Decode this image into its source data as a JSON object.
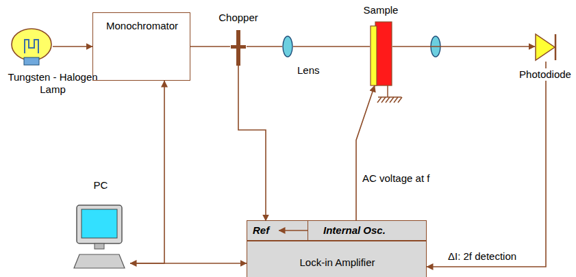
{
  "diagram": {
    "nodes": [
      {
        "text": [
          "Tungsten - Halogen Lamp"
        ]
      },
      {
        "text": [
          "Monochromator"
        ]
      },
      {
        "text": [
          "Chopper"
        ]
      },
      {
        "text": [
          "Lens"
        ]
      },
      {
        "text": [
          "Sample"
        ]
      },
      {
        "text": [
          "Photodiode"
        ]
      },
      {
        "text": [
          "PC"
        ]
      },
      {
        "text": [
          "Lock-in Amplifier"
        ]
      },
      {
        "text": [
          "Ref"
        ],
        "in": 7
      },
      {
        "text": [
          "Internal Osc."
        ],
        "in": 7
      }
    ],
    "edges": [
      {
        "from": 0,
        "to": 1,
        "arrow": "to"
      },
      {
        "from": 1,
        "to": 2,
        "arrow": "none"
      },
      {
        "from": 2,
        "to": 3,
        "arrow": "none"
      },
      {
        "from": 3,
        "to": 4,
        "arrow": "none"
      },
      {
        "from": 4,
        "to": 5,
        "arrow": "to"
      },
      {
        "from": 2,
        "to": 8,
        "arrow": "to"
      },
      {
        "from": 9,
        "to": 8,
        "arrow": "to"
      },
      {
        "from": 9,
        "to": 4,
        "label": "AC voltage at f",
        "arrow": "to"
      },
      {
        "from": 5,
        "to": 7,
        "label": "ΔI: 2f detection",
        "arrow": "to"
      },
      {
        "from": 6,
        "to": 1,
        "arrow": "to"
      },
      {
        "from": 6,
        "to": 7,
        "arrow": "both"
      }
    ]
  }
}
